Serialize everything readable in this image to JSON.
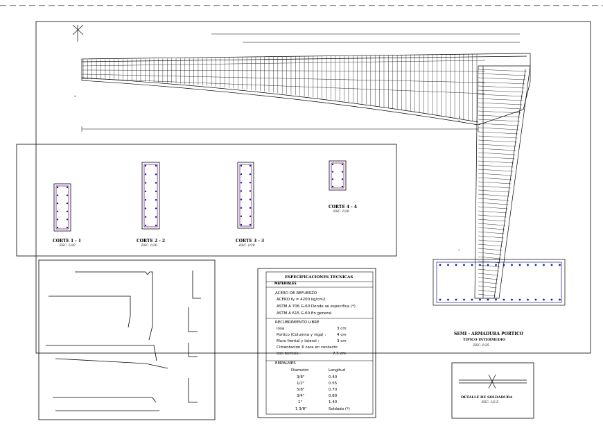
{
  "title_block": {
    "main": "SEMI - ARMADURA PORTICO",
    "sub": "TIPICO INTERMEDIO",
    "scale": "ESC. 1/25"
  },
  "sections": [
    {
      "name": "CORTE 1 - 1",
      "scale": "ESC. 1/20"
    },
    {
      "name": "CORTE 2 - 2",
      "scale": "ESC. 1/20"
    },
    {
      "name": "CORTE 3 - 3",
      "scale": "ESC. 1/20"
    },
    {
      "name": "CORTE 4 - 4",
      "scale": "ESC. 1/20"
    }
  ],
  "weld_detail": {
    "title": "DETALLE DE SOLDADURA",
    "scale": "ESC. 1/2.5"
  },
  "specs": {
    "title": "ESPECIFICACIONES TECNICAS",
    "materials_header": "MATERIALES",
    "steel_header": "ACERO DE REFUERZO",
    "steel_lines": [
      "ACERO   fy  =   4200 kg/cm2",
      "ASTM A 706 G-60 Donde se especifica (*)",
      "ASTM A 615 G-60 En general"
    ],
    "cover_header": "RECUBRIMIENTO LIBRE",
    "cover_lines": [
      {
        "label": "losa :",
        "value": "3 cm"
      },
      {
        "label": "Portico (Columna y viga) :",
        "value": "4 cm"
      },
      {
        "label": "Muro frontal y lateral :",
        "value": "3 cm"
      },
      {
        "label": "Cimentacion 6 cara en contacto",
        "value": ""
      },
      {
        "label": "con terreno :",
        "value": "7.5 cm"
      }
    ],
    "splice_header": "EMPALMES",
    "splice_cols": [
      "Diametro",
      "Longitud"
    ],
    "splice_rows": [
      [
        "3/8\"",
        "0.40"
      ],
      [
        "1/2\"",
        "0.55"
      ],
      [
        "5/8\"",
        "0.70"
      ],
      [
        "3/4\"",
        "0.80"
      ],
      [
        "1\"",
        "1.40"
      ],
      [
        "1 3/8\"",
        "Soldado (*)"
      ]
    ]
  },
  "marks": {
    "section_1": "1",
    "section_2": "2",
    "section_3": "3",
    "section_4": "4"
  },
  "colors": {
    "line": "#000000",
    "rebar": "#1a1aa0",
    "stirrup": "#7a1b8f",
    "paper": "#ffffff"
  }
}
